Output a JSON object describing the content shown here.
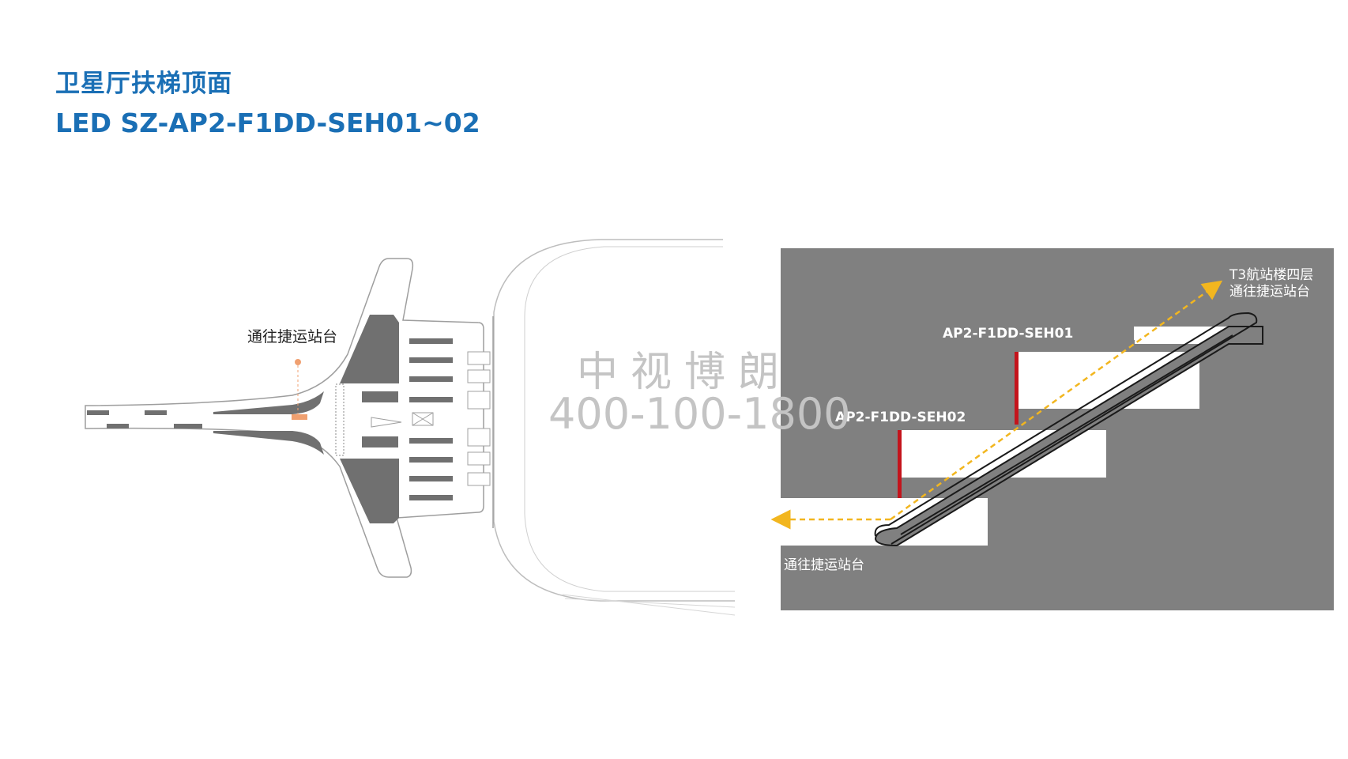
{
  "page": {
    "title_cn": "卫星厅扶梯顶面",
    "title_en": "LED SZ-AP2-F1DD-SEH01~02"
  },
  "plan": {
    "label": "通往捷运站台"
  },
  "section": {
    "label_top_line1": "T3航站楼四层",
    "label_top_line2": "通往捷运站台",
    "label_bottom": "通往捷运站台",
    "screen_1": "AP2-F1DD-SEH01",
    "screen_2": "AP2-F1DD-SEH02"
  },
  "watermark": {
    "name": "中视博朗",
    "phone": "400-100-1800"
  },
  "colors": {
    "title": "#1a6fb5",
    "panel_bg": "#808080",
    "screen": "#c4141c",
    "arrow": "#f2b61f",
    "locator": "#f0a070"
  }
}
